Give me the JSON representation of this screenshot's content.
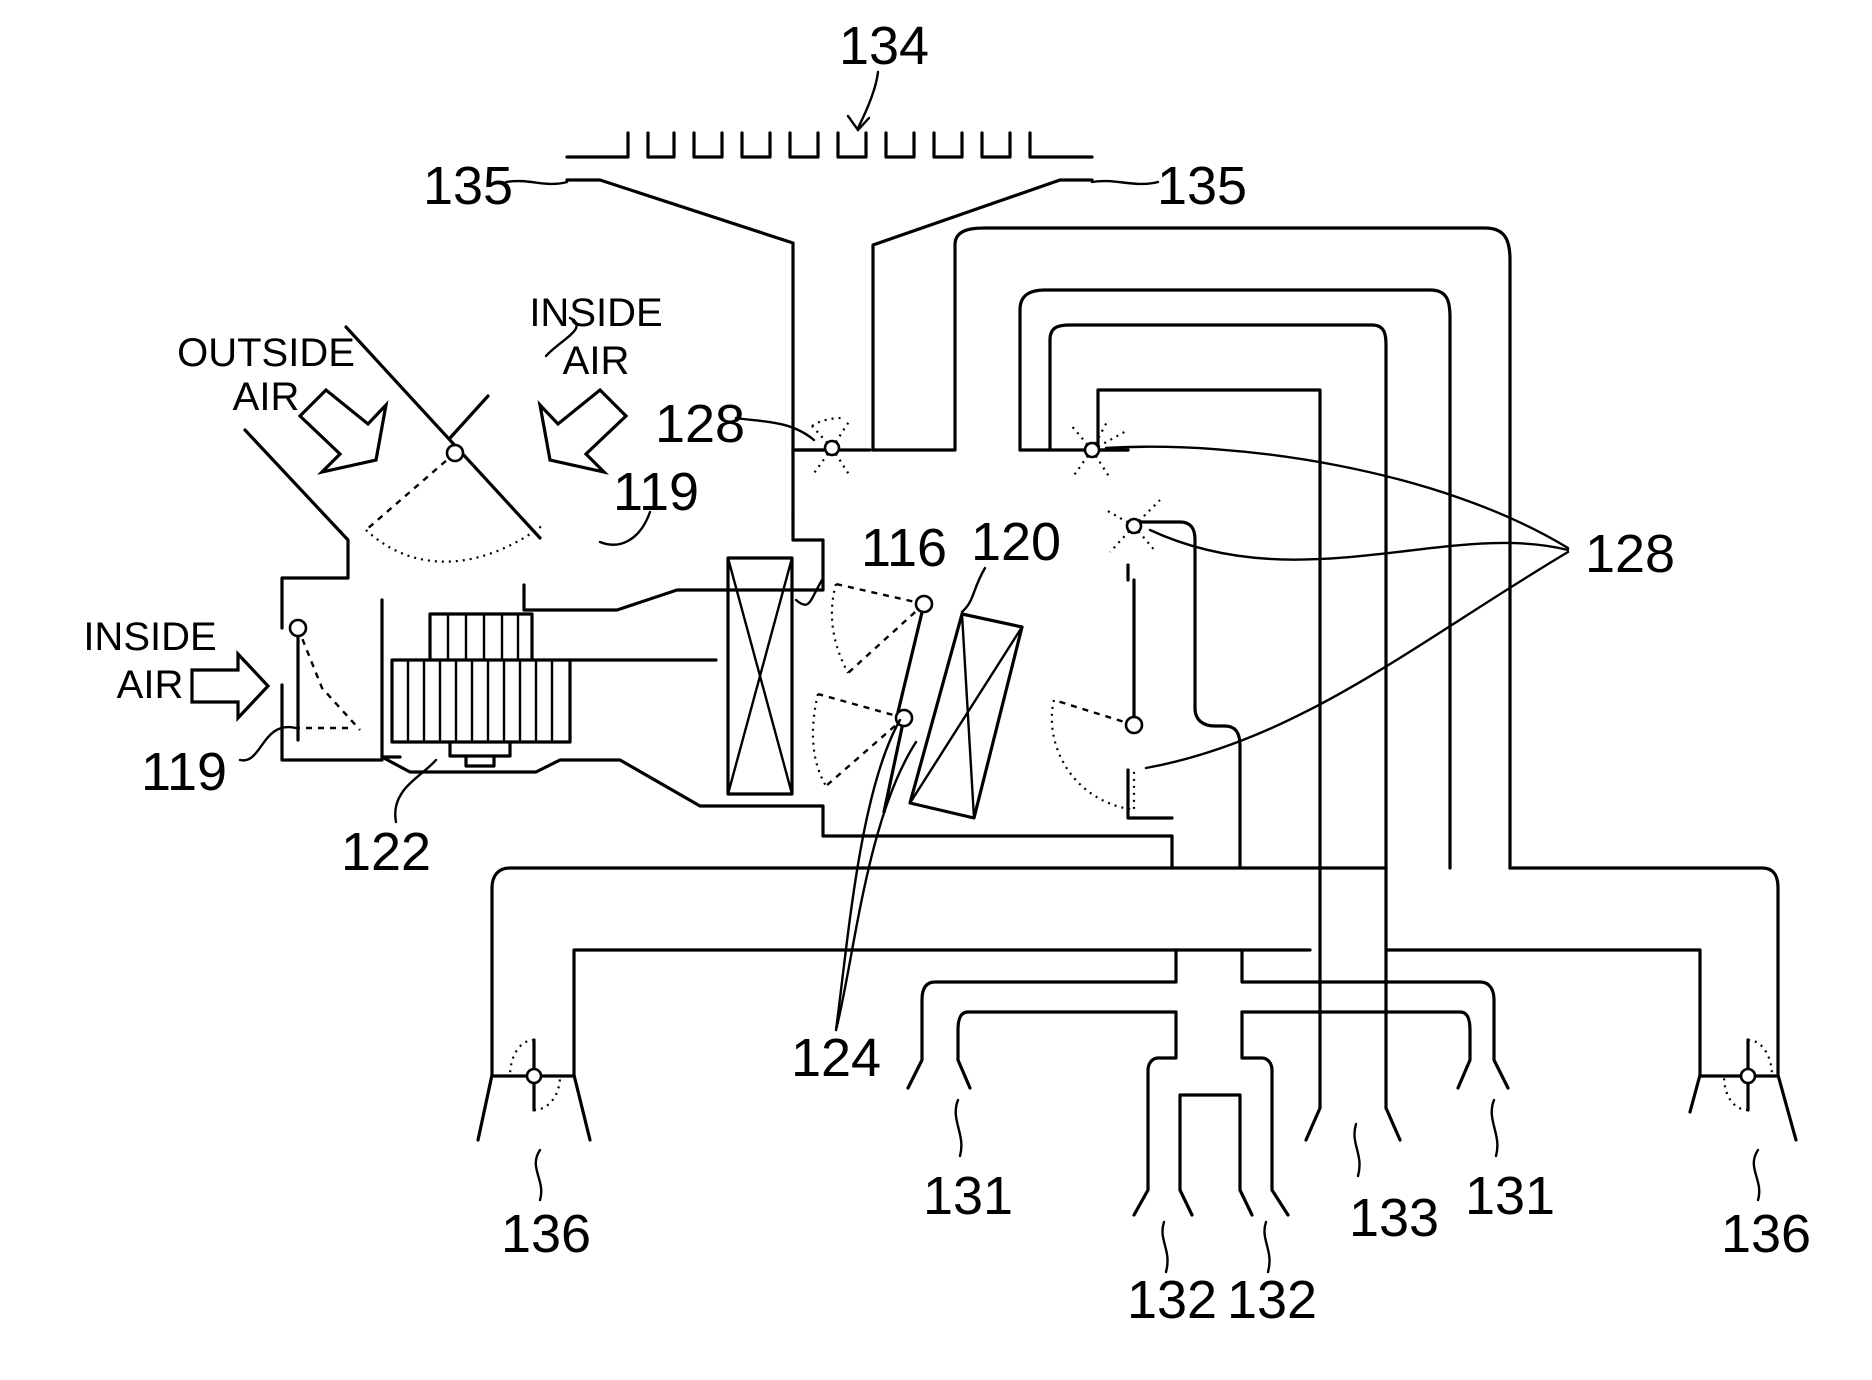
{
  "labels": {
    "ref_134": "134",
    "ref_135_left": "135",
    "ref_135_right": "135",
    "outside_air_1": "OUTSIDE",
    "outside_air_2": "AIR",
    "inside_air_top_1": "INSIDE",
    "inside_air_top_2": "AIR",
    "inside_air_left_1": "INSIDE",
    "inside_air_left_2": "AIR",
    "ref_119_top": "119",
    "ref_119_left": "119",
    "ref_122": "122",
    "ref_116": "116",
    "ref_120": "120",
    "ref_124": "124",
    "ref_128_left": "128",
    "ref_128_right": "128",
    "ref_131_left": "131",
    "ref_131_right": "131",
    "ref_132_left": "132",
    "ref_132_right": "132",
    "ref_133": "133",
    "ref_136_left": "136",
    "ref_136_right": "136"
  }
}
